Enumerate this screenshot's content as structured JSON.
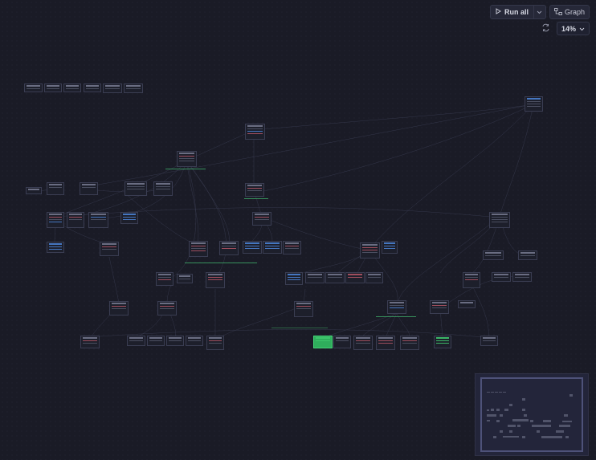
{
  "toolbar": {
    "run_all_label": "Run all",
    "graph_label": "Graph"
  },
  "zoom": {
    "level": "14%"
  },
  "colors": {
    "background": "#1a1b26",
    "node_border": "#3a3d52",
    "accent_green": "#3fc66d",
    "accent_blue": "#4a7fd0",
    "accent_red": "#c05a6a"
  },
  "icons": {
    "run": "play-icon",
    "graph": "graph-icon",
    "caret": "chevron-down-icon",
    "refresh": "refresh-icon"
  }
}
